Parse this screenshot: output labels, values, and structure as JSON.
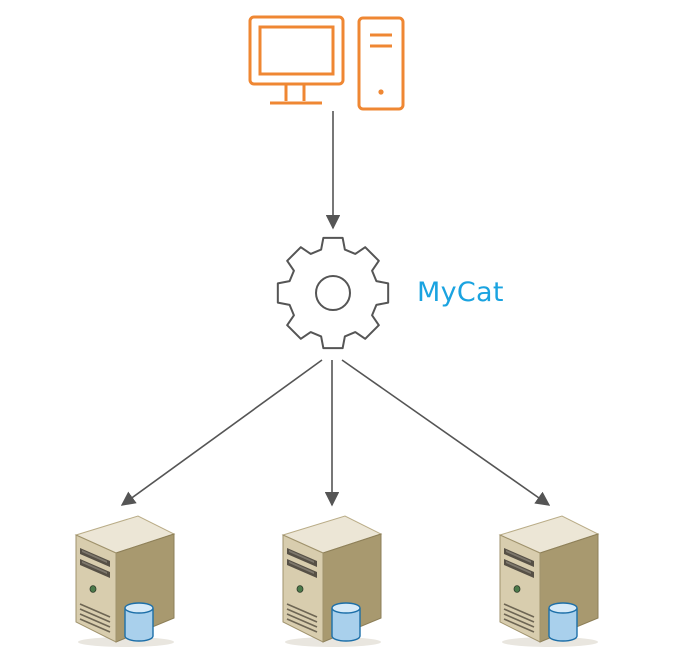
{
  "diagram": {
    "nodes": {
      "client": {
        "icon": "desktop-computer-icon"
      },
      "proxy": {
        "icon": "gear-icon",
        "label": "MyCat"
      },
      "servers": [
        {
          "icon": "database-server-icon"
        },
        {
          "icon": "database-server-icon"
        },
        {
          "icon": "database-server-icon"
        }
      ]
    },
    "edges": [
      {
        "from": "client",
        "to": "proxy"
      },
      {
        "from": "proxy",
        "to": "server-1"
      },
      {
        "from": "proxy",
        "to": "server-2"
      },
      {
        "from": "proxy",
        "to": "server-3"
      }
    ],
    "colors": {
      "client_stroke": "#ef8733",
      "gear_stroke": "#555555",
      "label": "#1aa3e0",
      "arrow": "#555555",
      "db_body": "#a9d0ec",
      "db_stroke": "#1d6fa8"
    }
  }
}
